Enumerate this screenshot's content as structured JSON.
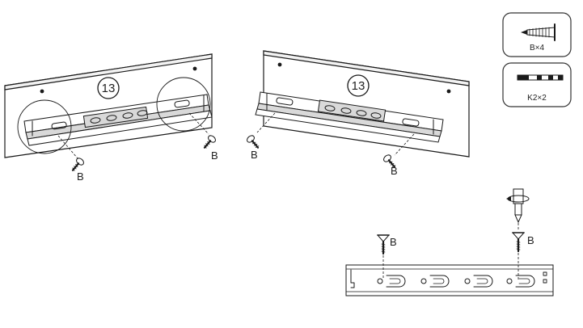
{
  "step_left": "13",
  "step_right": "13",
  "screw_label": "B",
  "parts": [
    {
      "icon": "screw-b-icon",
      "caption": "B×4"
    },
    {
      "icon": "dowel-k2-icon",
      "caption": "K2×2"
    }
  ]
}
